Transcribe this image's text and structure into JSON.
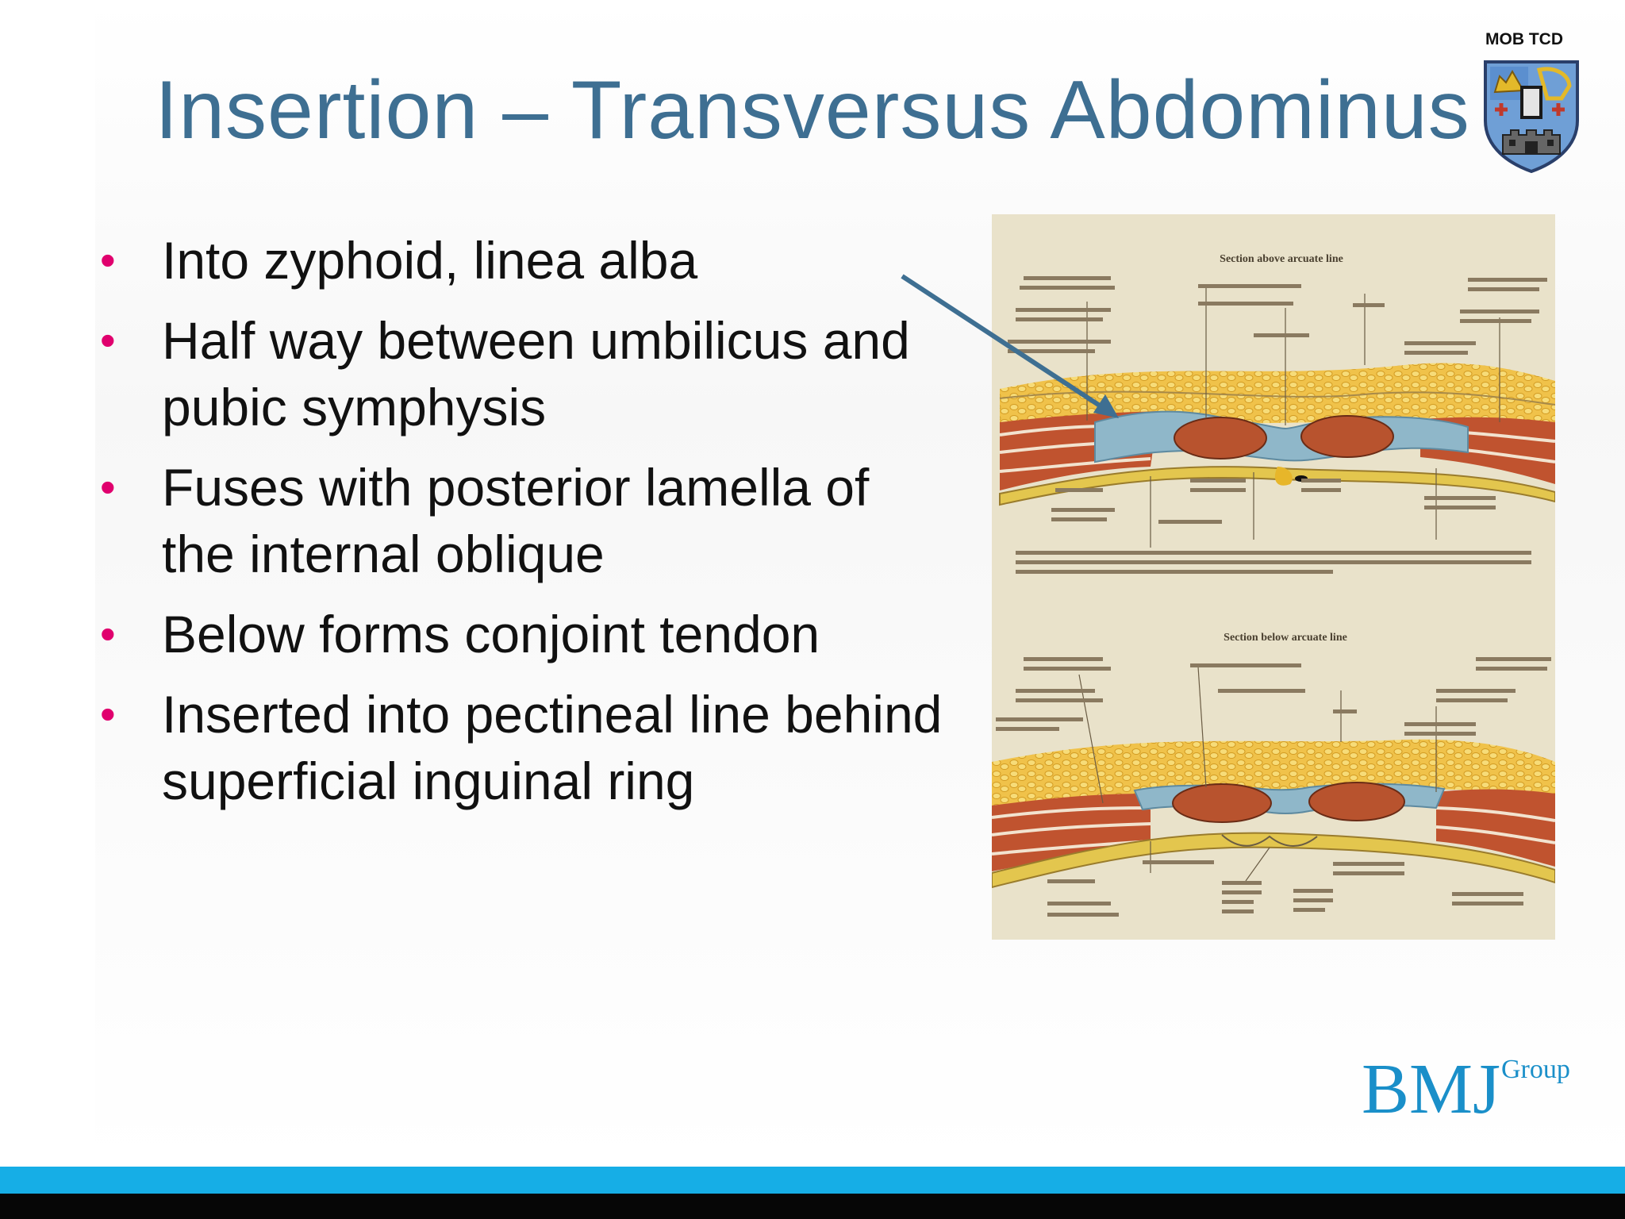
{
  "slide": {
    "title": "Insertion – Transversus Abdominus",
    "crest_label": "MOB TCD",
    "bullet_marker": "•",
    "bullets": [
      "Into zyphoid, linea alba",
      "Half way between umbilicus and pubic symphysis",
      "Fuses with posterior lamella of the internal oblique",
      "Below forms conjoint tendon",
      "Inserted into pectineal line behind superficial inguinal ring"
    ]
  },
  "figure": {
    "section_above": "Section above arcuate line",
    "section_below": "Section below arcuate line"
  },
  "logo": {
    "main": "BMJ",
    "sub": "Group"
  },
  "colors": {
    "title": "#3e6f92",
    "bullet": "#e0006e",
    "footer_blue": "#16aee6",
    "footer_black": "#060606",
    "arrow": "#3e6f92",
    "logo": "#1a8fc9"
  }
}
